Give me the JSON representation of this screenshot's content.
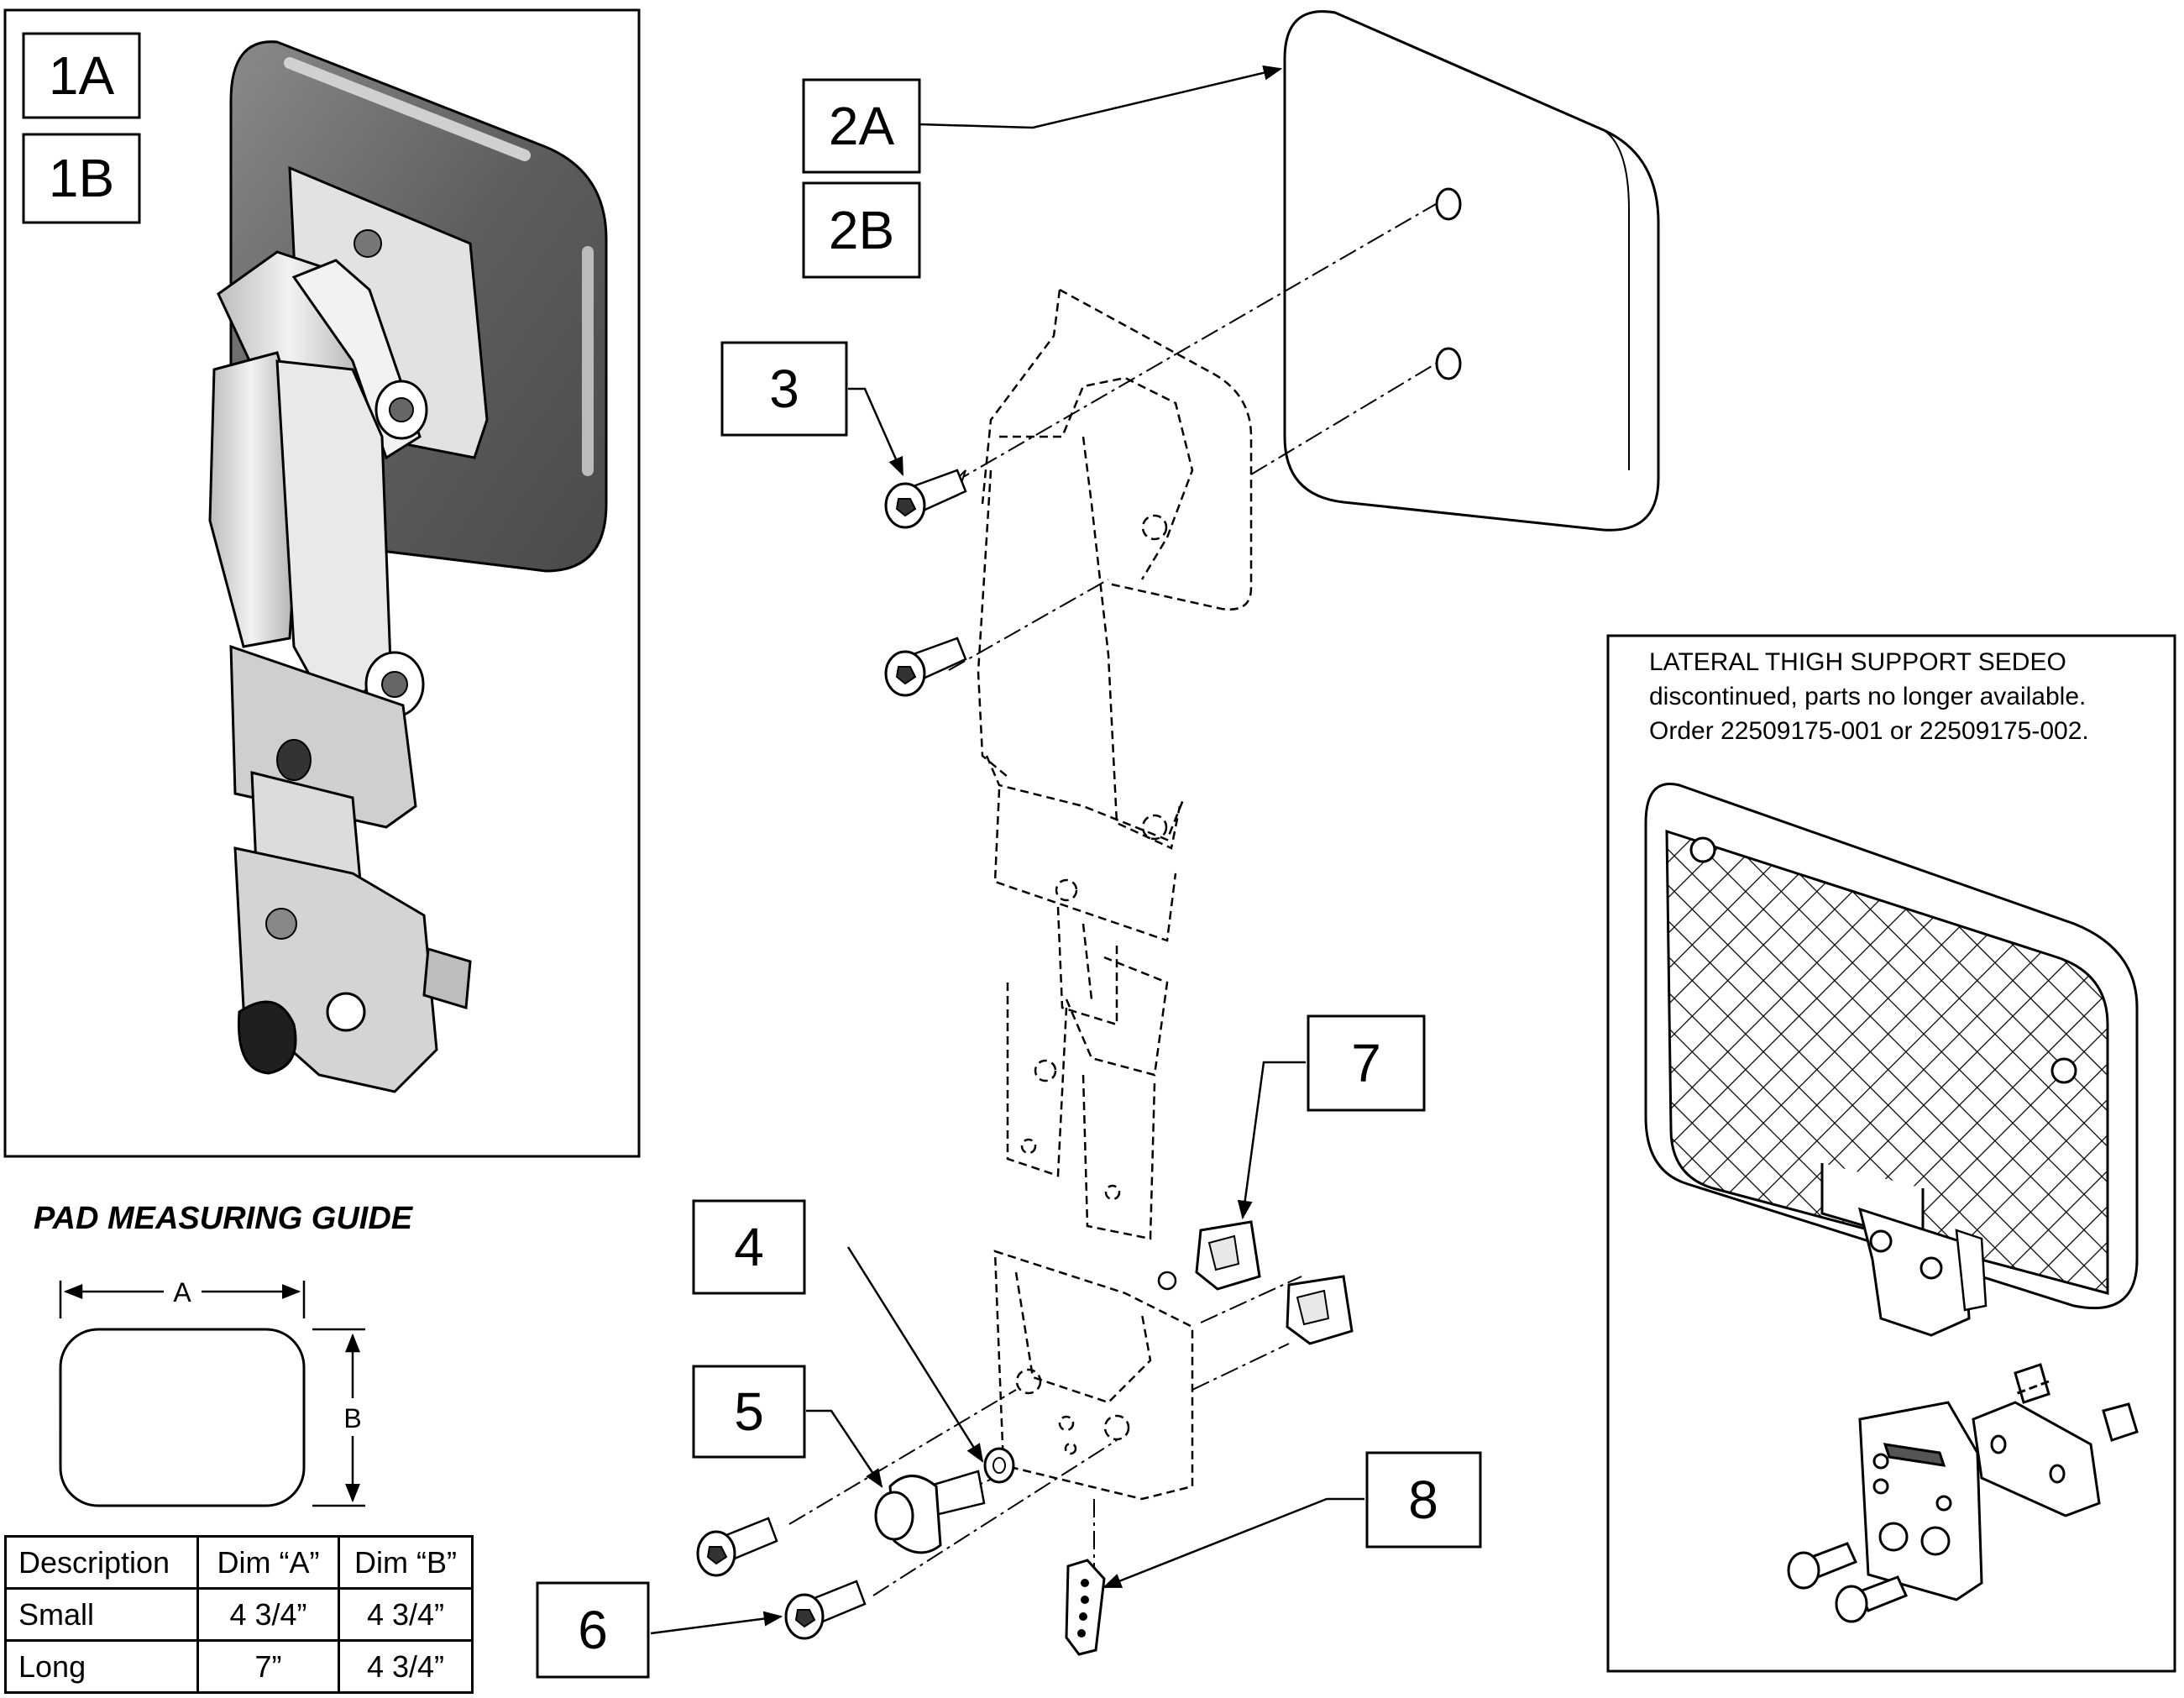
{
  "callouts": {
    "c1a": "1A",
    "c1b": "1B",
    "c2a": "2A",
    "c2b": "2B",
    "c3": "3",
    "c4": "4",
    "c5": "5",
    "c6": "6",
    "c7": "7",
    "c8": "8"
  },
  "note": {
    "line1": "LATERAL THIGH SUPPORT  SEDEO",
    "line2": "discontinued, parts no longer available.",
    "line3": "Order 22509175-001 or 22509175-002."
  },
  "guide": {
    "title": "PAD MEASURING GUIDE",
    "dim_a": "A",
    "dim_b": "B"
  },
  "table": {
    "headers": [
      "Description",
      "Dim “A”",
      "Dim “B”"
    ],
    "rows": [
      [
        "Small",
        "4 3/4”",
        "4 3/4”"
      ],
      [
        "Long",
        "7”",
        "4 3/4”"
      ]
    ]
  },
  "colors": {
    "pad_dark": "#6e6e6e",
    "metal": "#d9d9d9",
    "line": "#000000"
  }
}
